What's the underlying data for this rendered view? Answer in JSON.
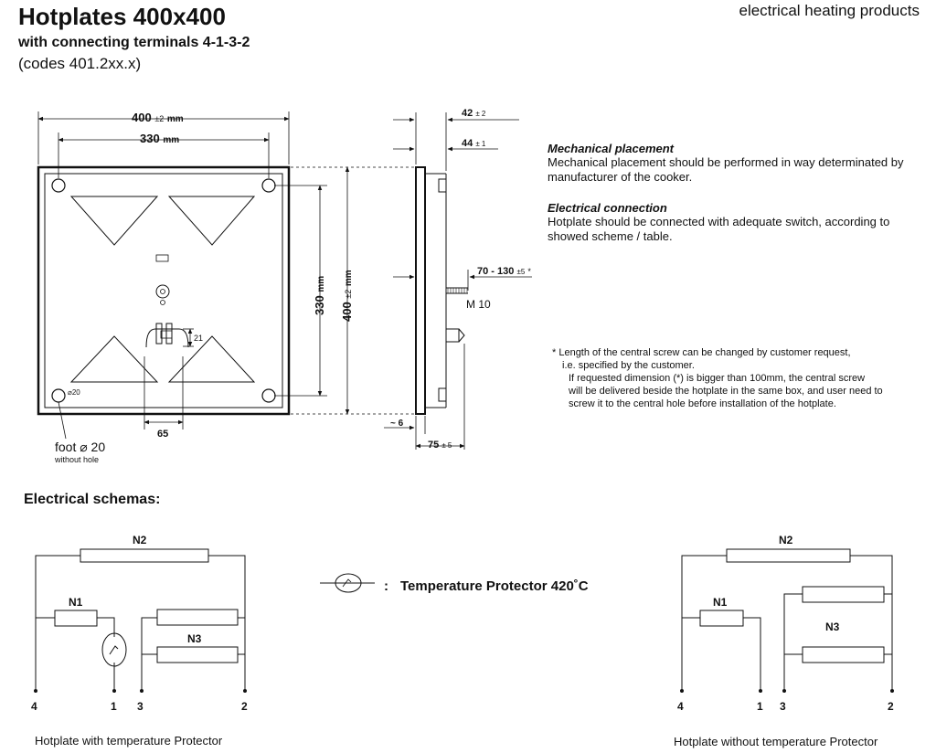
{
  "header": {
    "title": "Hotplates 400x400",
    "subtitle": "with connecting terminals 4-1-3-2",
    "codes": "(codes  401.2xx.x)",
    "company": "electrical heating products"
  },
  "top_view": {
    "dim_outer_w": "400",
    "dim_outer_w_tol": "±2",
    "dim_outer_w_unit": "mm",
    "dim_inner_w": "330",
    "dim_inner_w_unit": "mm",
    "dim_inner_h": "330",
    "dim_inner_h_unit": "mm",
    "dim_outer_h": "400",
    "dim_outer_h_tol": "±2",
    "dim_outer_h_unit": "mm",
    "dim_21": "21",
    "dim_65": "65",
    "dim_foot_small": "⌀20",
    "foot_label": "foot  ⌀ 20",
    "foot_sub": "without hole"
  },
  "side_view": {
    "dim_42": "42",
    "dim_42_tol": "± 2",
    "dim_44": "44",
    "dim_44_tol": "± 1",
    "dim_screw": "70 - 130",
    "dim_screw_tol": "±5",
    "dim_screw_star": "*",
    "screw_label": "M 10",
    "dim_6": "~ 6",
    "dim_75": "75",
    "dim_75_tol": "± 5"
  },
  "info": {
    "mech_title": "Mechanical placement",
    "mech_text": "Mechanical placement should be performed in way determinated by manufacturer of the cooker.",
    "elec_title": "Electrical connection",
    "elec_text": "Hotplate should be connected with adequate switch, according to showed scheme / table.",
    "note_line1": "*  Length of the central screw can be changed by customer request,",
    "note_line2": "i.e. specified by the customer.",
    "note_line3": "If requested dimension (*) is bigger than 100mm, the central screw",
    "note_line4": "will be delivered beside the hotplate in the same box, and user need to",
    "note_line5": "screw it to the central hole before installation of the hotplate."
  },
  "schemas": {
    "title": "Electrical schemas:",
    "legend_colon": ":",
    "legend_text": "Temperature Protector 420˚C",
    "left": {
      "n1": "N1",
      "n2": "N2",
      "n3": "N3",
      "t4": "4",
      "t1": "1",
      "t3": "3",
      "t2": "2",
      "caption": "Hotplate with temperature Protector"
    },
    "right": {
      "n1": "N1",
      "n2": "N2",
      "n3": "N3",
      "t4": "4",
      "t1": "1",
      "t3": "3",
      "t2": "2",
      "caption": "Hotplate without temperature Protector"
    }
  }
}
